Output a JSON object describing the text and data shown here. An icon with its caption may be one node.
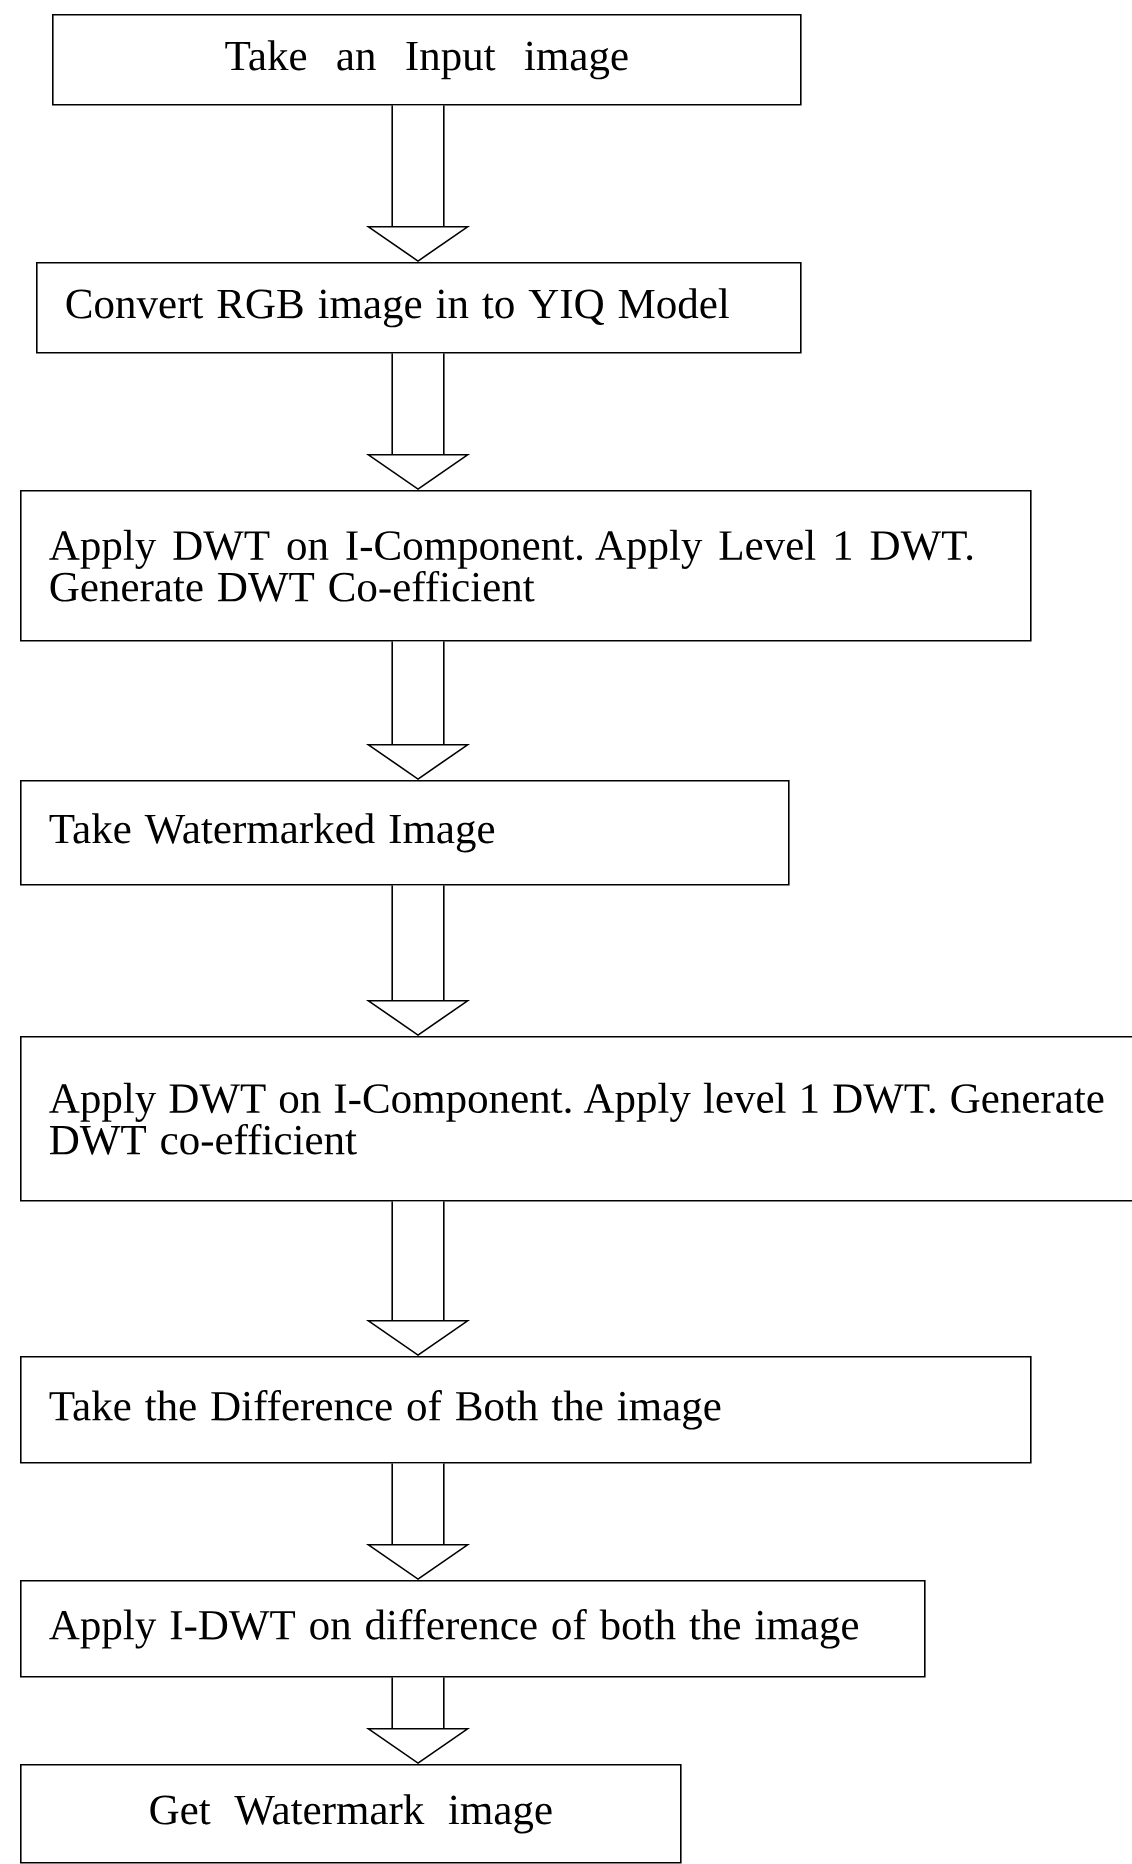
{
  "diagram": {
    "nodes": [
      {
        "text": [
          "Take an Input image"
        ]
      },
      {
        "text": [
          "Convert RGB image in to YIQ Model"
        ]
      },
      {
        "text": [
          "Apply DWT on I-Component. Apply Level 1 DWT. Generate DWT Co-efficient"
        ]
      },
      {
        "text": [
          "Take Watermarked Image"
        ]
      },
      {
        "text": [
          "Apply DWT on I-Component. Apply level 1 DWT. Generate DWT co-efficient"
        ]
      },
      {
        "text": [
          "Take the Difference of Both the image"
        ]
      },
      {
        "text": [
          "Apply I-DWT on difference of both the image"
        ]
      },
      {
        "text": [
          "Get Watermark image"
        ]
      }
    ],
    "edges": [
      {
        "from": 0,
        "to": 1,
        "arrow": "to"
      },
      {
        "from": 1,
        "to": 2,
        "arrow": "to"
      },
      {
        "from": 2,
        "to": 3,
        "arrow": "to"
      },
      {
        "from": 3,
        "to": 4,
        "arrow": "to"
      },
      {
        "from": 4,
        "to": 5,
        "arrow": "to"
      },
      {
        "from": 5,
        "to": 6,
        "arrow": "to"
      },
      {
        "from": 6,
        "to": 7,
        "arrow": "to"
      }
    ]
  }
}
